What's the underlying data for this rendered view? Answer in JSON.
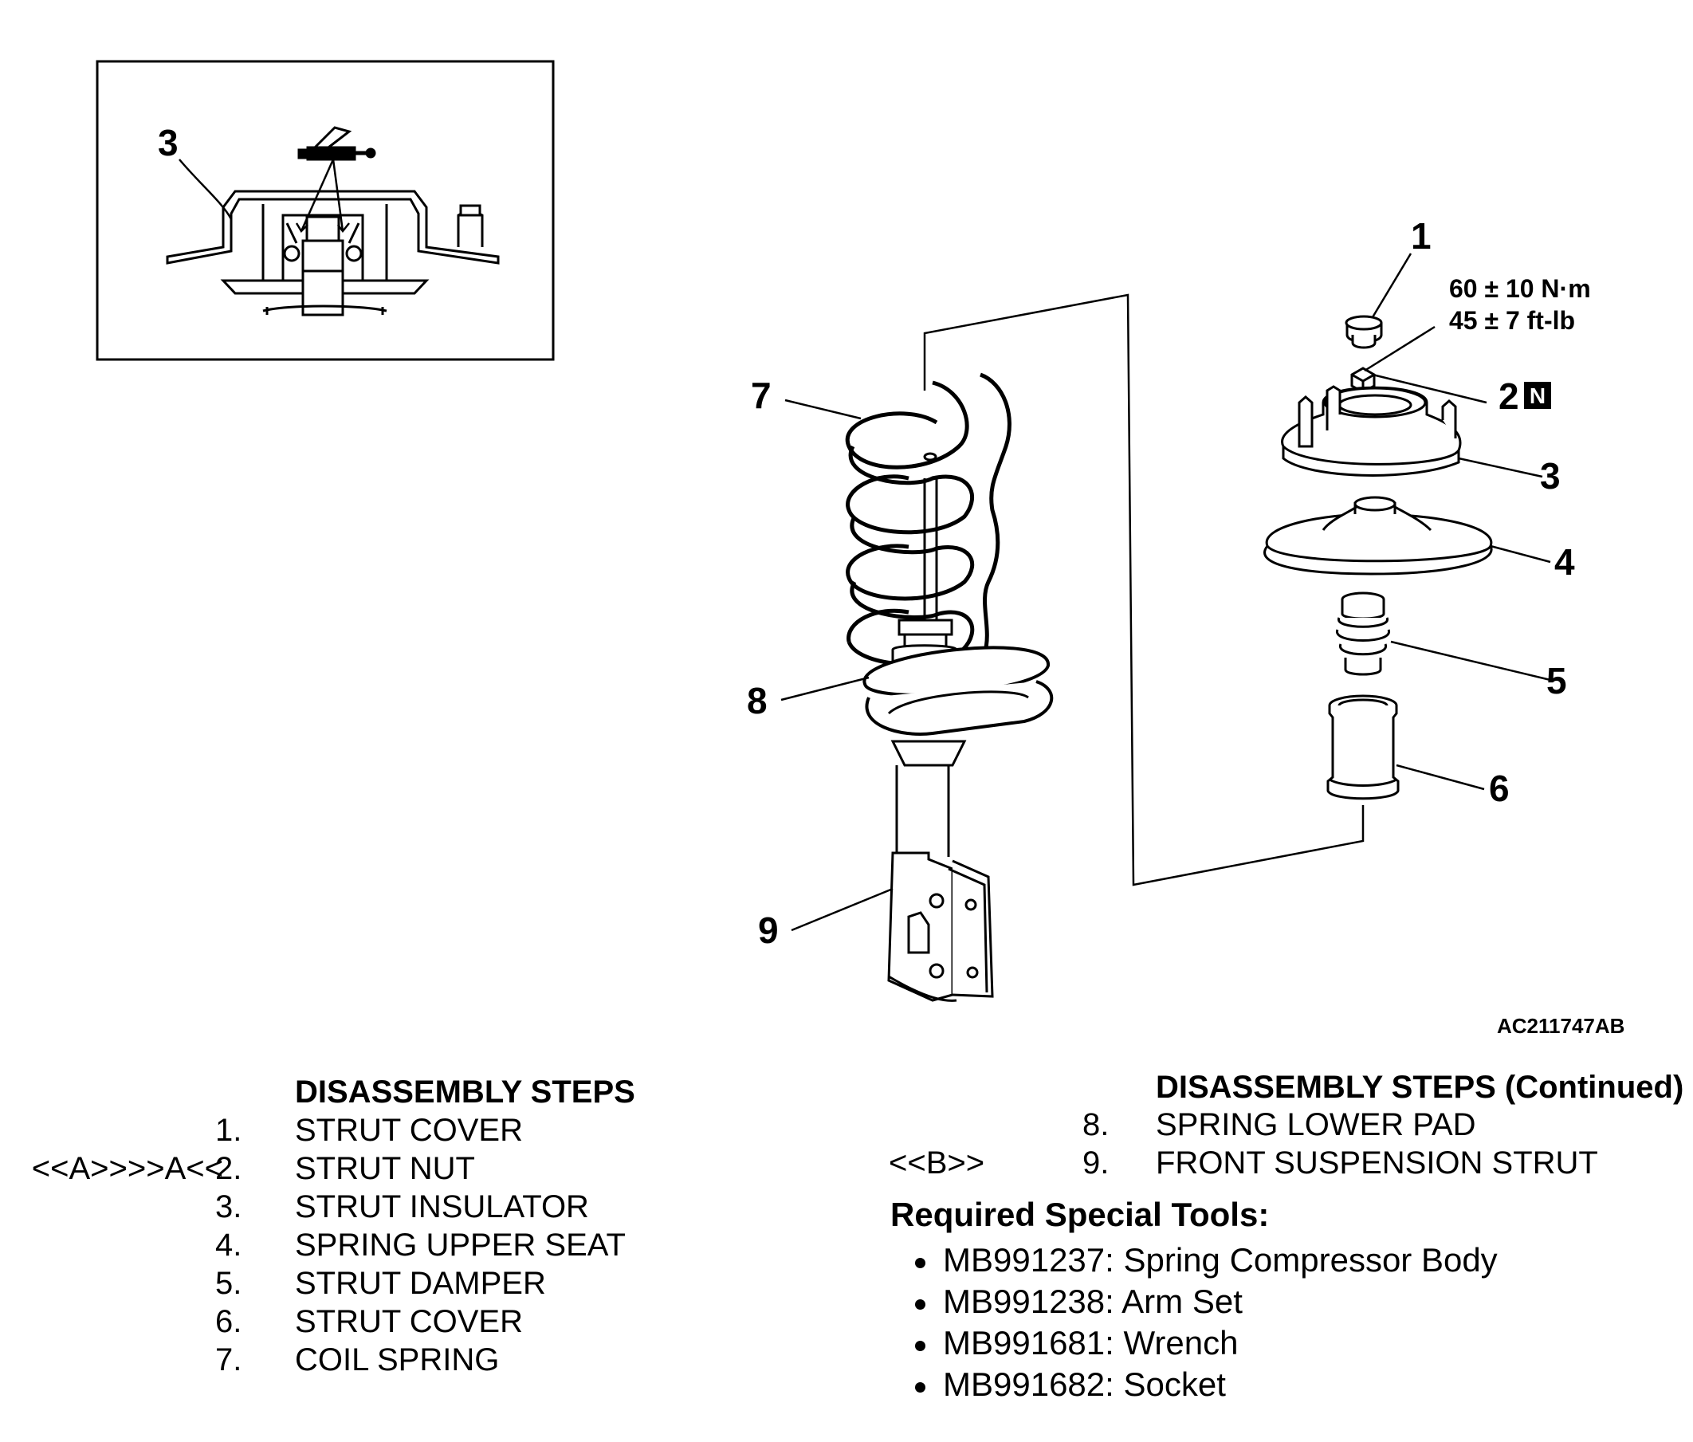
{
  "callouts": {
    "c1": "1",
    "c2": "2",
    "c3": "3",
    "c4": "4",
    "c5": "5",
    "c6": "6",
    "c7": "7",
    "c8": "8",
    "c9": "9",
    "inset3": "3",
    "new_part_mark": "N"
  },
  "torque": {
    "metric": "60 ± 10 N·m",
    "imperial": "45 ± 7 ft-lb"
  },
  "figure_code": "AC211747AB",
  "steps_left": {
    "heading": "DISASSEMBLY STEPS",
    "items": [
      {
        "tag": "",
        "num": "1.",
        "label": "STRUT COVER"
      },
      {
        "tag": "<<A>>>>A<<",
        "num": "2.",
        "label": "STRUT NUT"
      },
      {
        "tag": "",
        "num": "3.",
        "label": "STRUT INSULATOR"
      },
      {
        "tag": "",
        "num": "4.",
        "label": "SPRING UPPER SEAT"
      },
      {
        "tag": "",
        "num": "5.",
        "label": "STRUT DAMPER"
      },
      {
        "tag": "",
        "num": "6.",
        "label": "STRUT COVER"
      },
      {
        "tag": "",
        "num": "7.",
        "label": "COIL SPRING"
      }
    ]
  },
  "steps_right": {
    "heading": "DISASSEMBLY STEPS (Continued)",
    "items": [
      {
        "tag": "",
        "num": "8.",
        "label": "SPRING LOWER PAD"
      },
      {
        "tag": "<<B>>",
        "num": "9.",
        "label": "FRONT SUSPENSION STRUT"
      }
    ]
  },
  "tools": {
    "heading": "Required Special Tools:",
    "items": [
      "MB991237: Spring Compressor Body",
      "MB991238: Arm Set",
      "MB991681: Wrench",
      "MB991682: Socket"
    ]
  }
}
